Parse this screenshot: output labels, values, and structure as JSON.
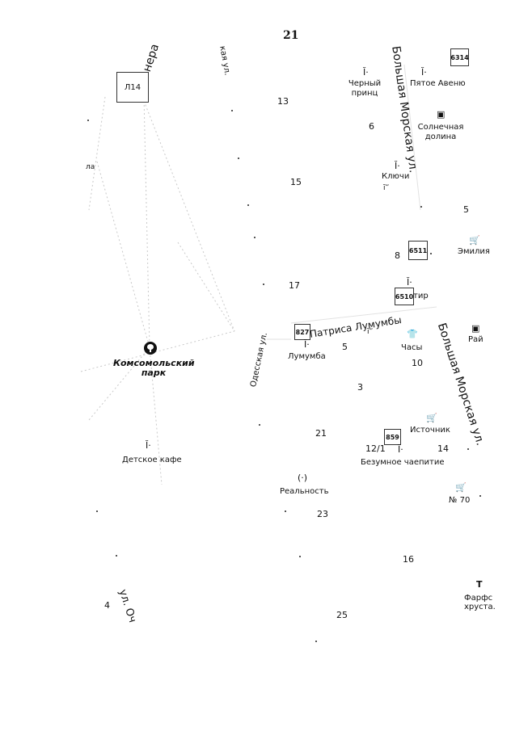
{
  "page_number": "21",
  "streets": {
    "bolshaya_morskaya_top": "Большая Морская ул.",
    "bolshaya_morskaya_right": "Большая Морская ул.",
    "patrisa_lumumby": "Патриса Лумумбы",
    "odesskaya": "Одесская ул.",
    "nera_partial": "нера",
    "kaya_partial": "кая ул.",
    "ul_och_partial": "ул. Оч"
  },
  "park": {
    "name_line1": "Комсомольский",
    "name_line2": "парк",
    "icon": "tree-icon"
  },
  "stops": {
    "l14": "Л14",
    "s6314": "6314",
    "s6511": "6511",
    "s6510": "6510",
    "s827": "827",
    "s859": "859"
  },
  "places": {
    "cherny_prints_1": "Черный",
    "cherny_prints_2": "принц",
    "pyatoe_avenyu": "Пятое Авеню",
    "solnechnaya_1": "Солнечная",
    "solnechnaya_2": "долина",
    "klyuchi": "Ключи",
    "emiliya": "Эмилия",
    "tir": "тир",
    "rai": "Рай",
    "lumumba": "Лумумба",
    "chasy": "Часы",
    "istochnik": "Источник",
    "bezumnoe": "Безумное чаепитие",
    "detskoe_kafe": "Детское кафе",
    "realnost": "Реальность",
    "n70": "№ 70",
    "farf_1": "Фарфс",
    "farf_2": "хруста.",
    "la_partial": "ла"
  },
  "house_numbers": [
    "13",
    "6",
    "15",
    "5",
    "8",
    "17",
    "5",
    "10",
    "3",
    "21",
    "12/1",
    "14",
    "23",
    "16",
    "4",
    "25"
  ]
}
